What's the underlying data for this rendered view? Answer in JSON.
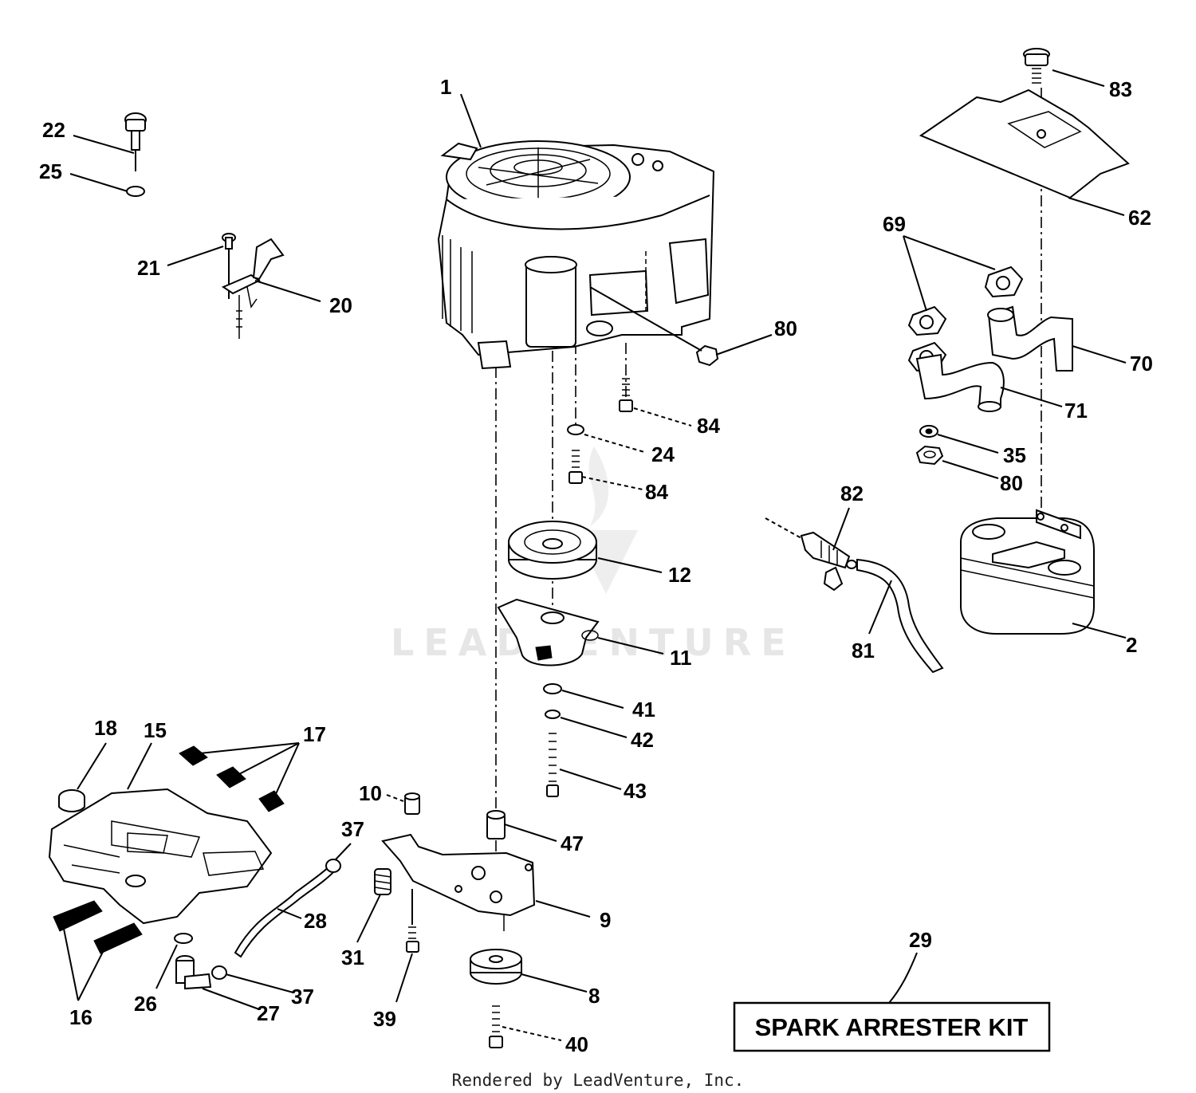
{
  "watermark": "LEADVENTURE",
  "footer": "Rendered by LeadVenture, Inc.",
  "kit_label": "SPARK ARRESTER KIT",
  "callouts": {
    "c1": "1",
    "c2": "2",
    "c8": "8",
    "c9": "9",
    "c10": "10",
    "c11": "11",
    "c12": "12",
    "c15": "15",
    "c16": "16",
    "c17": "17",
    "c18": "18",
    "c20": "20",
    "c21": "21",
    "c22": "22",
    "c24": "24",
    "c25": "25",
    "c26": "26",
    "c27": "27",
    "c28": "28",
    "c29": "29",
    "c31": "31",
    "c35": "35",
    "c37a": "37",
    "c37b": "37",
    "c39": "39",
    "c40": "40",
    "c41": "41",
    "c42": "42",
    "c43": "43",
    "c47": "47",
    "c62": "62",
    "c69": "69",
    "c70": "70",
    "c71": "71",
    "c80a": "80",
    "c80b": "80",
    "c81": "81",
    "c82": "82",
    "c83": "83",
    "c84a": "84",
    "c84b": "84"
  }
}
